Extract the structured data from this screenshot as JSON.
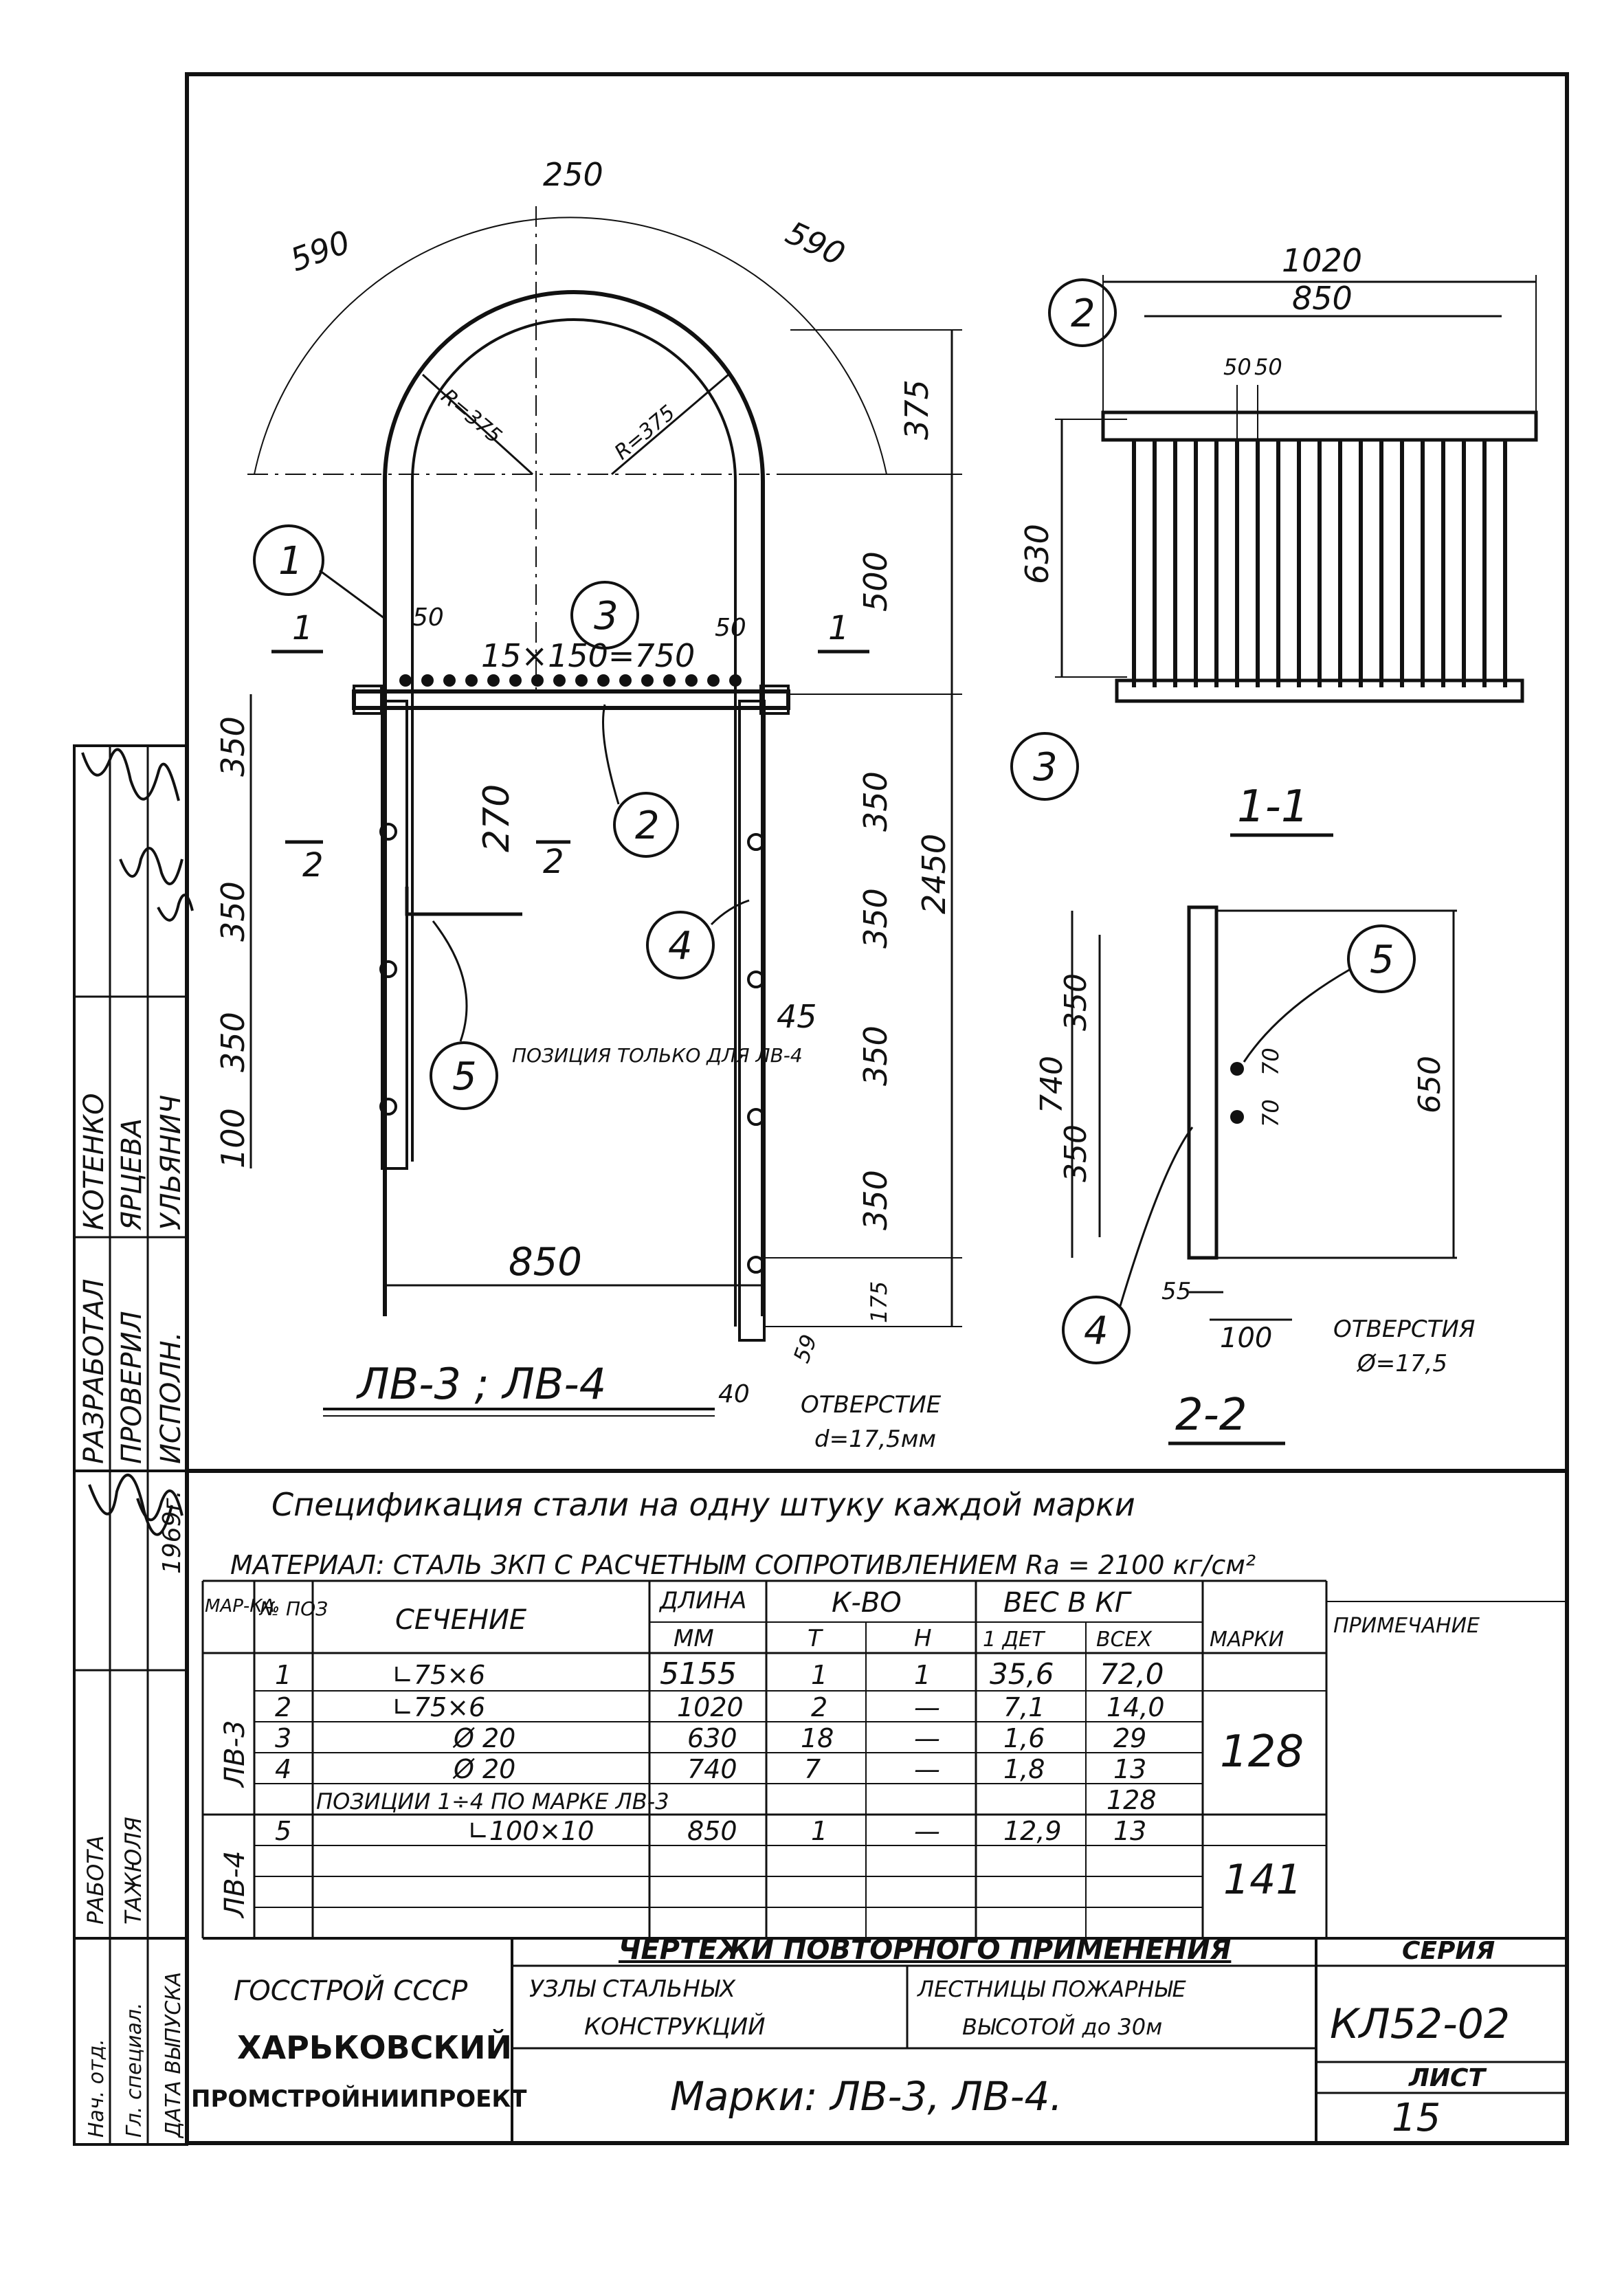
{
  "drawing": {
    "main_view_title": "ЛВ-3 ; ЛВ-4",
    "dims": {
      "top_width": "250",
      "arc_left": "590",
      "arc_right": "590",
      "arc_height": "375",
      "radius_left": "R=375",
      "radius_right": "R=375",
      "pitch_span": "15×150=750",
      "offset_left": "50",
      "offset_right": "50",
      "height_500": "500",
      "height_2450": "2450",
      "rung_350_a": "350",
      "rung_350_b": "350",
      "rung_350_c": "350",
      "rung_350_d": "350",
      "rung_350_e": "350",
      "rung_350_f": "350",
      "rung_350_g": "350",
      "dim_100": "100",
      "dim_270": "270",
      "dim_45": "45",
      "dim_175": "175",
      "dim_59": "59",
      "dim_40": "40",
      "width_850": "850"
    },
    "positions": [
      "1",
      "2",
      "3",
      "4",
      "5"
    ],
    "section_marks": {
      "s1_left": "1",
      "s1_right": "1",
      "s2_left": "2",
      "s2_right": "2"
    },
    "note_position": "ПОЗИЦИЯ ТОЛЬКО ДЛЯ ЛВ-4",
    "note_hole": "ОТВЕРСТИЕ",
    "note_hole_d": "d=17,5мм",
    "section_1": {
      "title": "1-1",
      "dim_1020": "1020",
      "dim_850": "850",
      "dim_50a": "50",
      "dim_50b": "50",
      "dim_630": "630"
    },
    "section_2": {
      "title": "2-2",
      "dim_740": "740",
      "dim_350a": "350",
      "dim_350b": "350",
      "dim_650": "650",
      "dim_70a": "70",
      "dim_70b": "70",
      "dim_55": "55",
      "dim_100": "100",
      "note_holes": "ОТВЕРСТИЯ",
      "note_holes_d": "Ø=17,5"
    }
  },
  "side_stamp": {
    "roles": [
      "РАЗРАБОТАЛ",
      "ПРОВЕРИЛ",
      "ИСПОЛН."
    ],
    "names": [
      "КОТЕНКО",
      "ЯРЦЕВА",
      "УЛЬЯНИЧ"
    ],
    "lower_roles": [
      "РАБОТА",
      "ТАЖЮЛЯ"
    ],
    "year": "1969г.",
    "bottom_roles": [
      "Нач. отд.",
      "Гл. специал.",
      "ДАТА ВЫПУСКА"
    ]
  },
  "spec": {
    "title": "Спецификация стали на одну штуку каждой марки",
    "material": "МАТЕРИАЛ: СТАЛЬ ЗКП С РАСЧЕТНЫМ СОПРОТИВЛЕНИЕМ  Rа = 2100 кг/см²",
    "headers": {
      "mark": "МАР-КА",
      "pos": "№ ПОЗ",
      "section": "СЕЧЕНИЕ",
      "length": "ДЛИНА",
      "length_unit": "ММ",
      "count": "К-ВО",
      "count_t": "Т",
      "count_n": "Н",
      "weight": "ВЕС  В  КГ",
      "w_det": "1 ДЕТ",
      "w_all": "ВСЕХ",
      "w_mark": "МАРКИ",
      "note": "ПРИМЕЧАНИЕ"
    },
    "rows": [
      {
        "pos": "1",
        "section": "∟75×6",
        "length": "5155",
        "t": "1",
        "n": "1",
        "det": "35,6",
        "all": "72,0"
      },
      {
        "pos": "2",
        "section": "∟75×6",
        "length": "1020",
        "t": "2",
        "n": "—",
        "det": "7,1",
        "all": "14,0"
      },
      {
        "pos": "3",
        "section": "Ø 20",
        "length": "630",
        "t": "18",
        "n": "—",
        "det": "1,6",
        "all": "29"
      },
      {
        "pos": "4",
        "section": "Ø 20",
        "length": "740",
        "t": "7",
        "n": "—",
        "det": "1,8",
        "all": "13"
      },
      {
        "pos": "",
        "section": "",
        "length": "",
        "t": "",
        "n": "",
        "det": "",
        "all": "128"
      },
      {
        "pos": "5",
        "section": "∟100×10",
        "length": "850",
        "t": "1",
        "n": "—",
        "det": "12,9",
        "all": "13"
      }
    ],
    "lv4_note": "ПОЗИЦИИ  1÷4  ПО  МАРКЕ  ЛВ-3",
    "mark_lv3": "ЛВ-3",
    "mark_lv4": "ЛВ-4",
    "total_lv3": "128",
    "total_lv4": "141"
  },
  "title_block": {
    "org1": "ГОССТРОЙ СССР",
    "org2": "ХАРЬКОВСКИЙ",
    "org3": "ПРОМСТРОЙНИИПРОЕКТ",
    "header": "ЧЕРТЕЖИ ПОВТОРНОГО ПРИМЕНЕНИЯ",
    "col_a_1": "УЗЛЫ СТАЛЬНЫХ",
    "col_a_2": "КОНСТРУКЦИЙ",
    "col_b_1": "ЛЕСТНИЦЫ ПОЖАРНЫЕ",
    "col_b_2": "ВЫСОТОЙ до 30м",
    "marks": "Марки: ЛВ-3, ЛВ-4.",
    "series_label": "СЕРИЯ",
    "series": "КЛ52-02",
    "sheet_label": "ЛИСТ",
    "sheet": "15"
  }
}
